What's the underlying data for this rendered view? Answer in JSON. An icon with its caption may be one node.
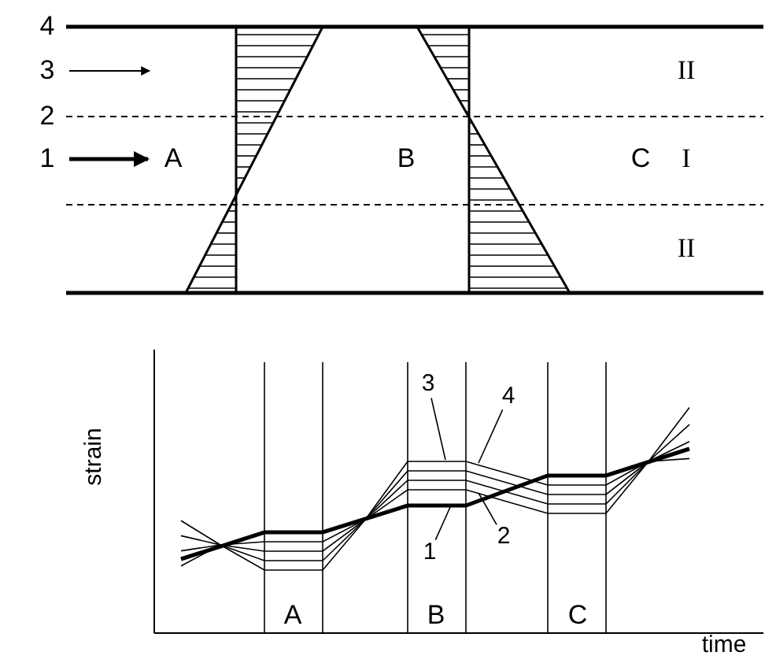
{
  "diagram": {
    "nodes": [
      {
        "text": [
          "3"
        ]
      },
      {
        "text": [
          "4"
        ]
      },
      {
        "text": [
          "2"
        ]
      },
      {
        "text": [
          "1"
        ]
      }
    ],
    "edges": [
      {
        "from": 0,
        "to": null,
        "arrow": "none"
      },
      {
        "from": 1,
        "to": null,
        "arrow": "none"
      },
      {
        "from": 2,
        "to": null,
        "arrow": "none"
      },
      {
        "from": 3,
        "to": null,
        "arrow": "none"
      }
    ],
    "labels": [
      "4",
      "3",
      "2",
      "1",
      "A",
      "B",
      "C",
      "II",
      "I",
      "II",
      "strain",
      "A",
      "B",
      "C",
      "time"
    ]
  }
}
